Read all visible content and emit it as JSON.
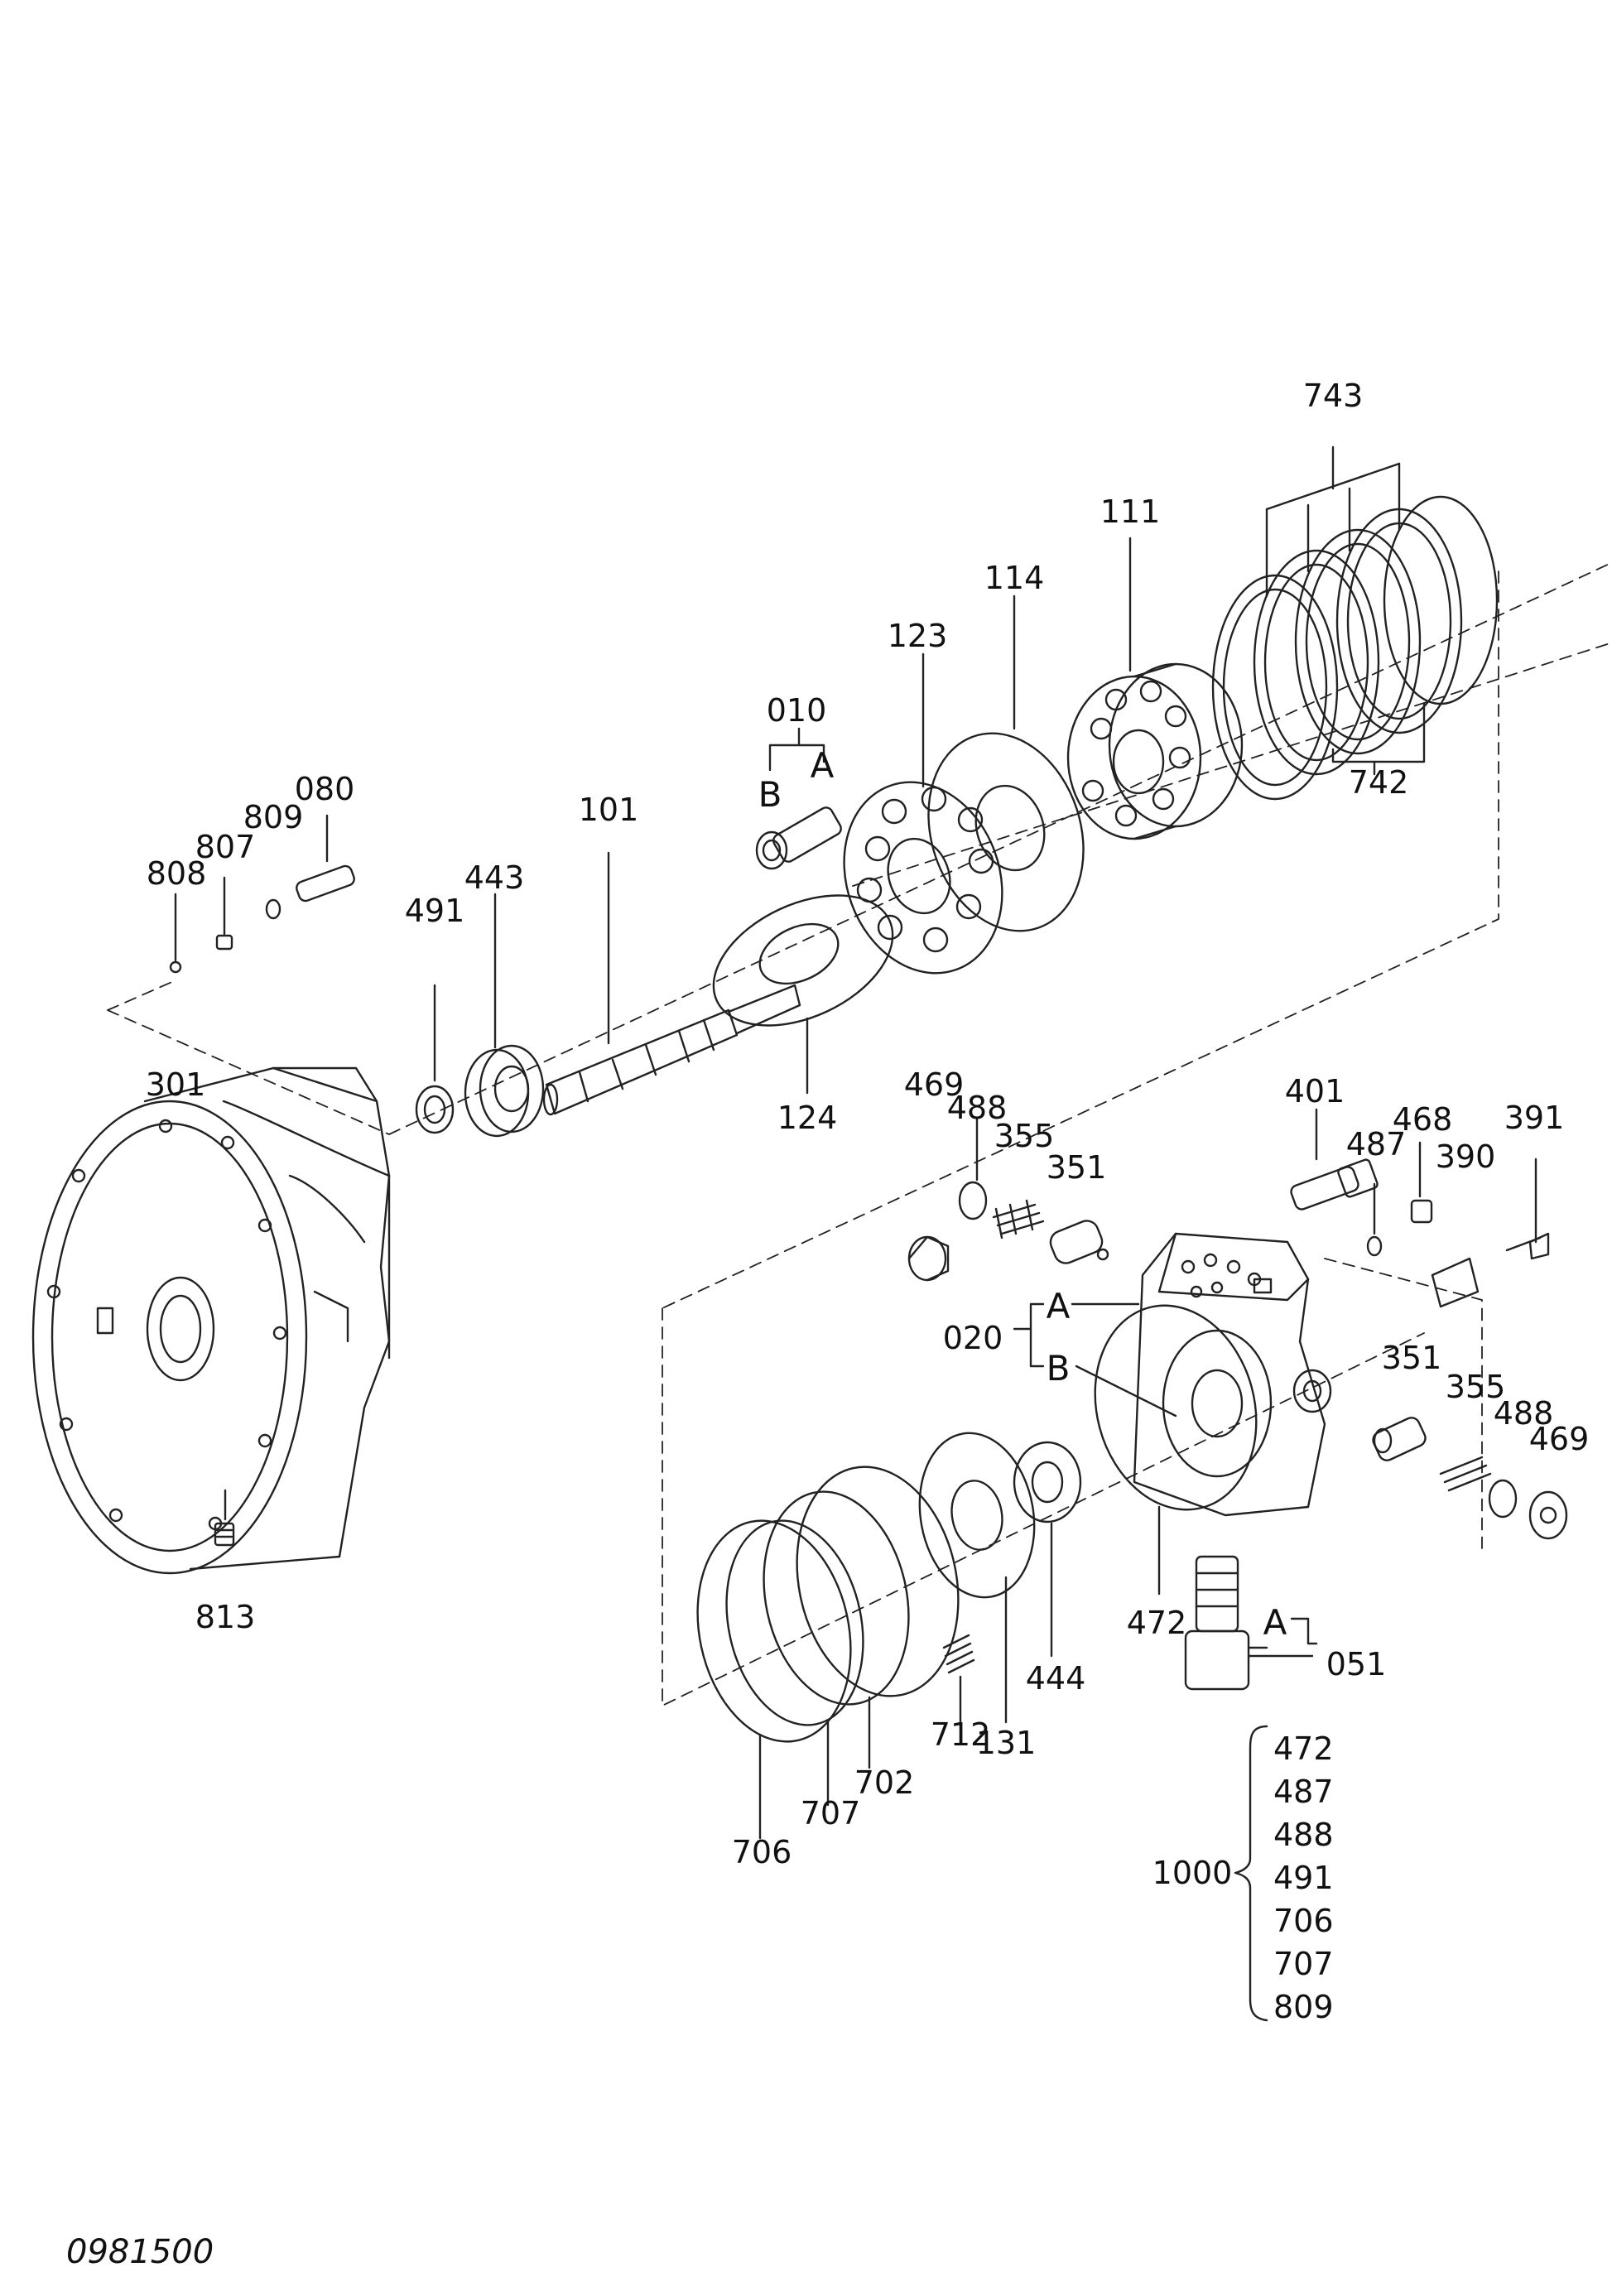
{
  "diagram": {
    "document_code": "0981500",
    "part_labels": {
      "743": "743",
      "742": "742",
      "111": "111",
      "114": "114",
      "123": "123",
      "010": "010",
      "080": "080",
      "809": "809",
      "807": "807",
      "808": "808",
      "101": "101",
      "443": "443",
      "491": "491",
      "124": "124",
      "301": "301",
      "469a": "469",
      "488a": "488",
      "355a": "355",
      "351a": "351",
      "401": "401",
      "468": "468",
      "487": "487",
      "391": "391",
      "390": "390",
      "020": "020",
      "351b": "351",
      "355b": "355",
      "488b": "488",
      "469b": "469",
      "813": "813",
      "472": "472",
      "051": "051",
      "444": "444",
      "131": "131",
      "712": "712",
      "702": "702",
      "707": "707",
      "706": "706"
    },
    "letters": {
      "a010": "A",
      "b010": "B",
      "a020": "A",
      "b020": "B",
      "a051": "A"
    },
    "kit": {
      "label": "1000",
      "items": [
        "472",
        "487",
        "488",
        "491",
        "706",
        "707",
        "809"
      ]
    }
  }
}
